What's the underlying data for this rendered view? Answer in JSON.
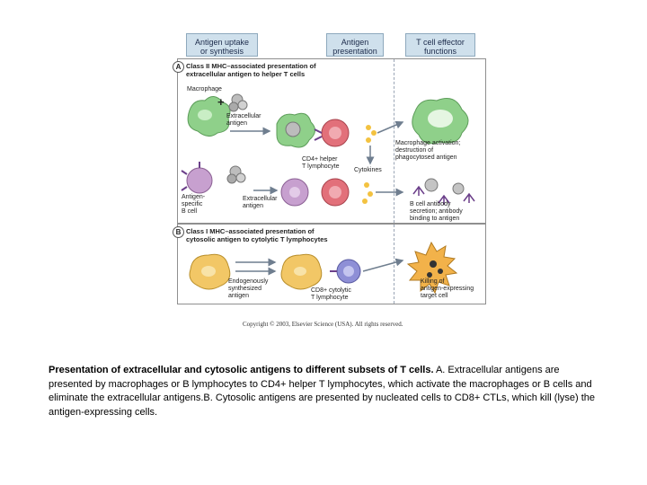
{
  "header": {
    "col1": "Antigen uptake\nor synthesis",
    "col2": "Antigen\npresentation",
    "col3": "T cell effector\nfunctions"
  },
  "panel_a": {
    "letter": "A",
    "title": "Class II MHC–associated presentation of\nextracellular antigen to helper T cells",
    "macrophage": "Macrophage",
    "plus": "+",
    "extracellular_antigen_1": "Extracellular\nantigen",
    "cd4_helper": "CD4+ helper\nT lymphocyte",
    "cytokines": "Cytokines",
    "macrophage_activation": "Macrophage activation;\ndestruction of\nphagocytosed antigen",
    "b_cell_label": "Antigen-\nspecific\nB cell",
    "extracellular_antigen_2": "Extracellular\nantigen",
    "b_cell_effect": "B cell antibody\nsecretion; antibody\nbinding to antigen"
  },
  "panel_b": {
    "letter": "B",
    "title": "Class I MHC–associated presentation of\ncytosolic antigen to cytolytic T lymphocytes",
    "endogenous": "Endogenously\nsynthesized\nantigen",
    "cd8_ctl": "CD8+ cytolytic\nT lymphocyte",
    "killing": "Killing of\nantigen-expressing\ntarget cell"
  },
  "copyright": "Copyright © 2003, Elsevier Science (USA). All rights reserved.",
  "caption": {
    "bold": "Presentation of extracellular and cytosolic antigens to different subsets of T cells.",
    "text": " A. Extracellular antigens are presented by macrophages or B lymphocytes to CD4+ helper T lymphocytes, which activate the macrophages or B cells and eliminate the extracellular antigens.B. Cytosolic antigens are presented by nucleated cells to CD8+ CTLs, which kill (lyse) the antigen-expressing cells."
  },
  "colors": {
    "macrophage": "#8fd08a",
    "t_cell": "#e2707a",
    "b_cell": "#c7a0cf",
    "target_cell": "#f2c766",
    "ctl": "#8e8fd6",
    "header_fill": "#cfe0ec",
    "cytokine": "#f3c240"
  }
}
